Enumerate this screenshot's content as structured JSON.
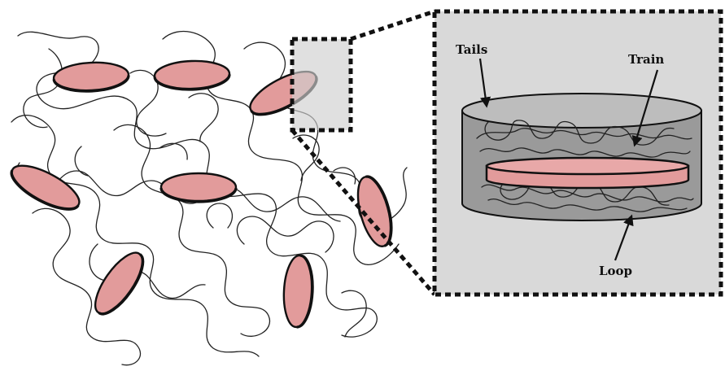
{
  "colors": {
    "platelet": "#e29b9b",
    "inset_background": "#d9d9d9",
    "cylinder_body": "#9a9a9a",
    "zoom_border": "#111111"
  },
  "inset": {
    "labels": {
      "tails": "Tails",
      "train": "Train",
      "loop": "Loop"
    }
  }
}
